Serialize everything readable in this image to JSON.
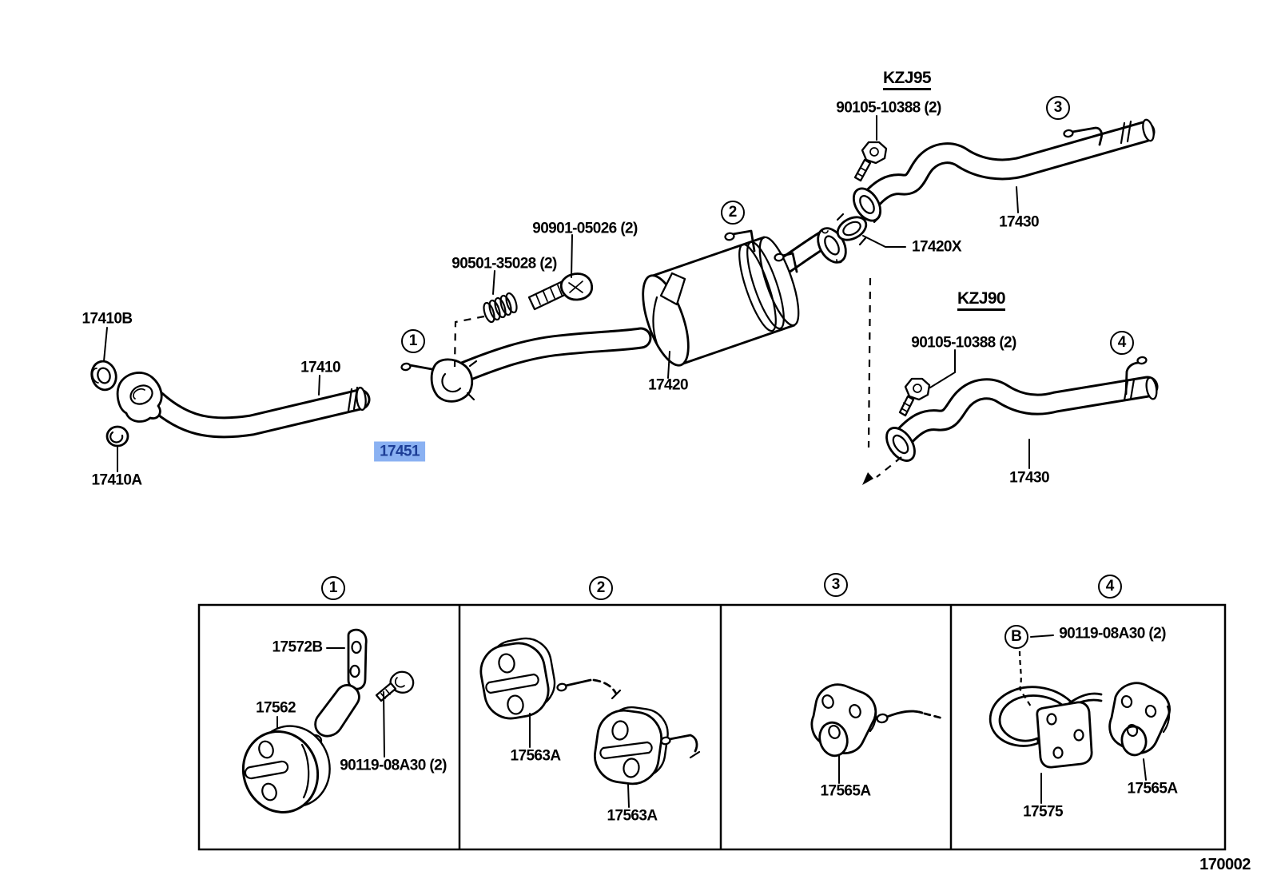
{
  "figure": {
    "code": "170002"
  },
  "colors": {
    "highlight_bg": "#8ab1f2",
    "highlight_fg": "#1d3e97",
    "line": "#000000"
  },
  "main": {
    "callout_1": "1",
    "callout_2": "2",
    "front": {
      "gasket": "17410B",
      "pipe": "17410",
      "nut": "17410A",
      "ring_gasket": "17451"
    },
    "center": {
      "spring": "90501-35028 (2)",
      "bolt": "90901-05026 (2)",
      "muffler": "17420",
      "gasket": "17420X"
    },
    "kzj95": {
      "model": "KZJ95",
      "callout": "3",
      "bolt": "90105-10388 (2)",
      "tailpipe": "17430"
    },
    "kzj90": {
      "model": "KZJ90",
      "callout": "4",
      "bolt": "90105-10388 (2)",
      "tailpipe": "17430"
    }
  },
  "table": {
    "cells": [
      {
        "callout": "1",
        "bracket": "17572B",
        "cushion": "17562",
        "bolt": "90119-08A30 (2)"
      },
      {
        "callout": "2",
        "hanger_upper": "17563A",
        "hanger_lower": "17563A"
      },
      {
        "callout": "3",
        "hanger": "17565A"
      },
      {
        "callout": "4",
        "marker": "B",
        "bolt": "90119-08A30 (2)",
        "bracket": "17575",
        "hanger": "17565A"
      }
    ]
  }
}
